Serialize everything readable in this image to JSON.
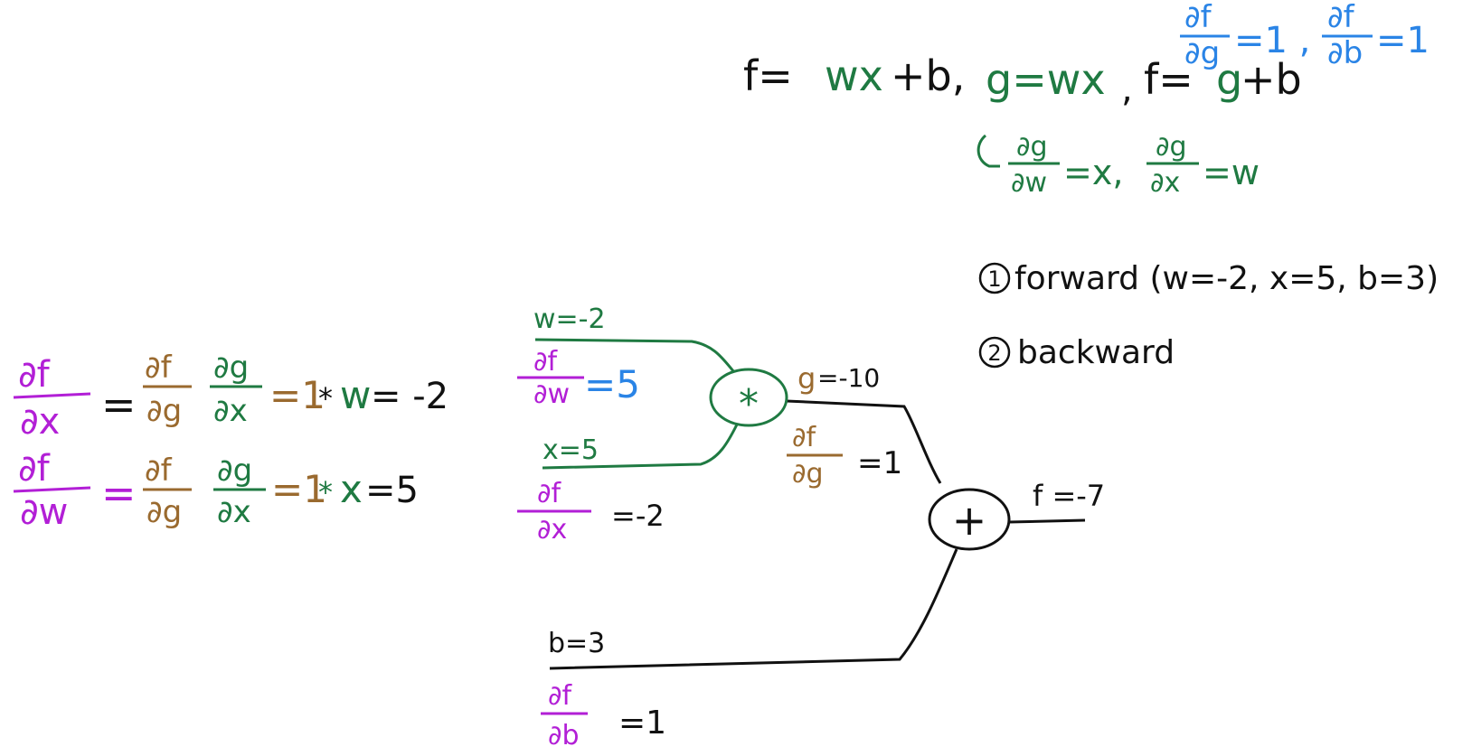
{
  "colors": {
    "black": "#111111",
    "green": "#1f7a42",
    "brown": "#9a6a2f",
    "purple": "#b21fd6",
    "blue": "#2a84e6"
  },
  "top": {
    "eq_f": "f=",
    "eq_wx_b": "wx",
    "eq_plus_b": "+b,",
    "eq_g_def": "g=wx",
    "eq_comma": ",",
    "eq_f2": "f=",
    "eq_g2": "g",
    "eq_b2": "+b",
    "df_dg_num": "∂f",
    "df_dg_den": "∂g",
    "df_dg_val": "=1 ,",
    "df_db_num": "∂f",
    "df_db_den": "∂b",
    "df_db_val": "=1",
    "dg_dw_num": "∂g",
    "dg_dw_den": "∂w",
    "dg_dw_val": "=x,",
    "dg_dx_num": "∂g",
    "dg_dx_den": "∂x",
    "dg_dx_val": "=w"
  },
  "steps": [
    {
      "num": "1",
      "label": "forward (w=-2, x=5, b=3)"
    },
    {
      "num": "2",
      "label": "backward"
    }
  ],
  "left": {
    "row1": {
      "lhs_num": "∂f",
      "lhs_den": "∂x",
      "eq": "=",
      "a_num": "∂f",
      "a_den": "∂g",
      "b_num": "∂g",
      "b_den": "∂x",
      "one": "=1",
      "times": "*",
      "var": "w",
      "result": "= -2"
    },
    "row2": {
      "lhs_num": "∂f",
      "lhs_den": "∂w",
      "eq": "=",
      "a_num": "∂f",
      "a_den": "∂g",
      "b_num": "∂g",
      "b_den": "∂x",
      "one": "=1",
      "times": "*",
      "var": "x",
      "result": "=5"
    }
  },
  "graph": {
    "w_label": "w=-2",
    "dw_num": "∂f",
    "dw_den": "∂w",
    "dw_val": "=5",
    "x_label": "x=5",
    "dx_num": "∂f",
    "dx_den": "∂x",
    "dx_val": "=-2",
    "b_label": "b=3",
    "db_num": "∂f",
    "db_den": "∂b",
    "db_val": "=1",
    "mul_symbol": "*",
    "g_label": "g",
    "g_val": "=-10",
    "dg_num": "∂f",
    "dg_den": "∂g",
    "dg_val": "=1",
    "add_symbol": "+",
    "f_label": "f =-7"
  }
}
